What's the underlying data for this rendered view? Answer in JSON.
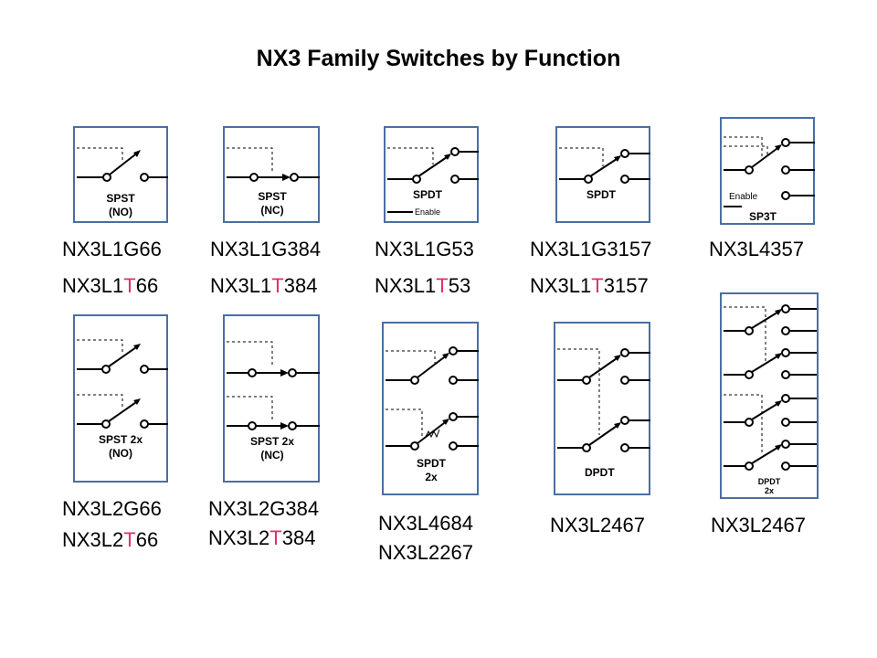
{
  "title": "NX3 Family Switches by Function",
  "accent_color": "#e0306e",
  "box_border_color": "#4a6fa0",
  "diagrams": {
    "spst_no": {
      "caption_1": "SPST",
      "caption_2": "(NO)"
    },
    "spst_nc": {
      "caption_1": "SPST",
      "caption_2": "(NC)"
    },
    "spdt_en": {
      "caption_1": "SPDT",
      "enable": "Enable"
    },
    "spdt": {
      "caption_1": "SPDT"
    },
    "sp3t": {
      "caption_1": "SP3T",
      "enable": "Enable"
    },
    "spst2x_no": {
      "caption_1": "SPST 2x",
      "caption_2": "(NO)"
    },
    "spst2x_nc": {
      "caption_1": "SPST 2x",
      "caption_2": "(NC)"
    },
    "spdt2x": {
      "caption_1": "SPDT",
      "caption_2": "2x"
    },
    "dpdt": {
      "caption_1": "DPDT"
    },
    "dpdt2x": {
      "caption_1": "DPDT",
      "caption_2": "2x"
    }
  },
  "labels": {
    "g66": "NX3L1G66",
    "t66": {
      "a": "NX3L1",
      "t": "T",
      "b": "66"
    },
    "g384": "NX3L1G384",
    "t384": {
      "a": "NX3L1",
      "t": "T",
      "b": "384"
    },
    "g53": "NX3L1G53",
    "t53": {
      "a": "NX3L1",
      "t": "T",
      "b": "53"
    },
    "g3157": "NX3L1G3157",
    "t3157": {
      "a": "NX3L1",
      "t": "T",
      "b": "3157"
    },
    "l4357": "NX3L4357",
    "l2g66": "NX3L2G66",
    "l2t66": {
      "a": "NX3L2",
      "t": "T",
      "b": "66"
    },
    "l2g384": "NX3L2G384",
    "l2t384": {
      "a": "NX3L2",
      "t": "T",
      "b": "384"
    },
    "l4684": "NX3L4684",
    "l2267": "NX3L2267",
    "l2467a": "NX3L2467",
    "l2467b": "NX3L2467"
  }
}
